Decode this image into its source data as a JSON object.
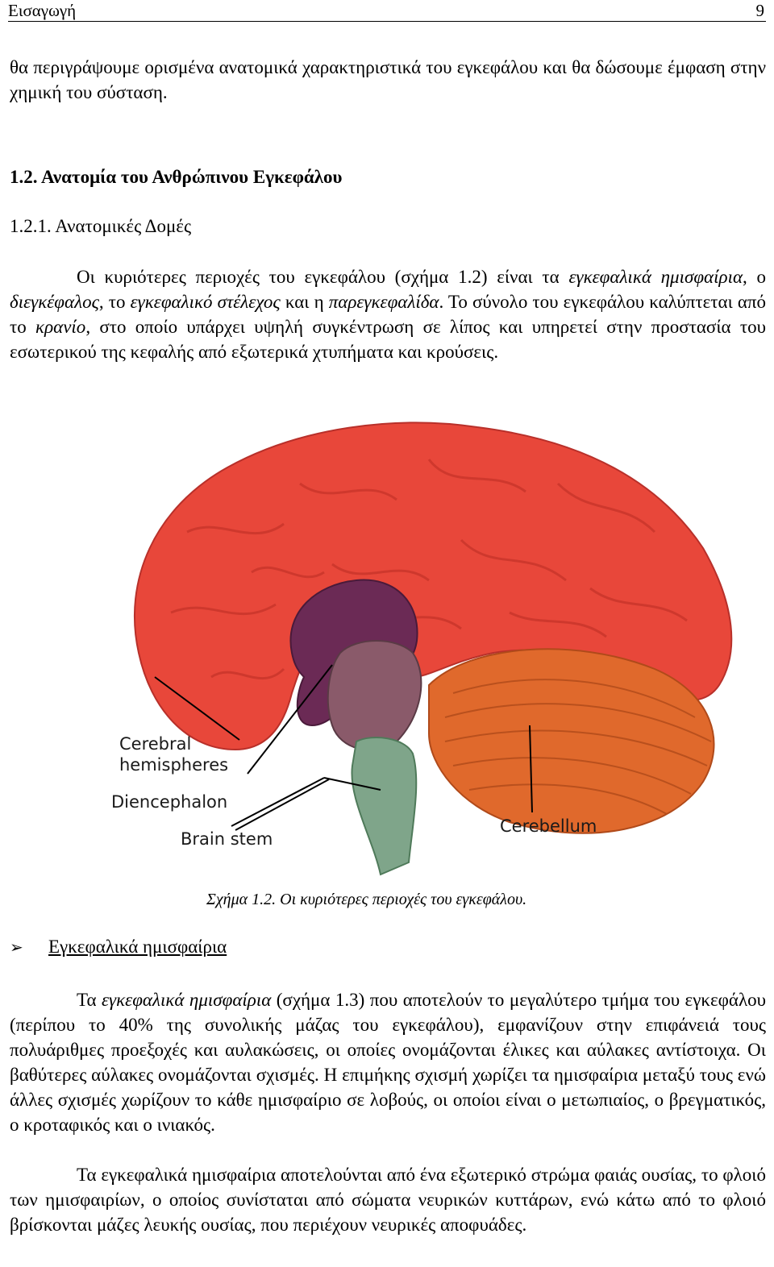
{
  "header": {
    "left": "Εισαγωγή",
    "page_number": "9"
  },
  "intro": {
    "text": "θα περιγράψουμε ορισμένα ανατομικά χαρακτηριστικά του εγκεφάλου και θα δώσουμε έμφαση στην χημική του σύσταση."
  },
  "section": {
    "heading": "1.2. Ανατομία του Ανθρώπινου Εγκεφάλου",
    "subheading": "1.2.1. Ανατομικές Δομές"
  },
  "para1": {
    "t1": "Οι κυριότερες περιοχές του εγκεφάλου (σχήμα 1.2) είναι τα ",
    "i1": "εγκεφαλικά ημισφαίρια",
    "t2": ", ο ",
    "i2": "διεγκέφαλος",
    "t3": ", το ",
    "i3": "εγκεφαλικό στέλεχος",
    "t4": " και η ",
    "i4": "παρεγκεφαλίδα",
    "t5": ". Το σύνολο του εγκεφάλου καλύπτεται από το ",
    "i5": "κρανίο",
    "t6": ", στο οποίο υπάρχει υψηλή συγκέντρωση σε λίπος και υπηρετεί στην προστασία του εσωτερικού της κεφαλής από εξωτερικά χτυπήματα και κρούσεις."
  },
  "figure": {
    "labels": {
      "cerebral_1": "Cerebral",
      "cerebral_2": "hemispheres",
      "diencephalon": "Diencephalon",
      "brain_stem": "Brain stem",
      "cerebellum": "Cerebellum"
    },
    "colors": {
      "cerebrum": "#e8473a",
      "diencephalon": "#6b2a55",
      "brain_stem": "#7fa58a",
      "cerebellum": "#e0692c"
    },
    "caption": "Σχήμα 1.2. Οι κυριότερες περιοχές του εγκεφάλου."
  },
  "bullet": {
    "marker": "➢",
    "text": "Εγκεφαλικά ημισφαίρια"
  },
  "para2": {
    "t1": "Τα ",
    "i1": "εγκεφαλικά ημισφαίρια",
    "t2": " (σχήμα 1.3) που αποτελούν το μεγαλύτερο τμήμα του εγκεφάλου (περίπου το 40% της συνολικής μάζας του εγκεφάλου), εμφανίζουν στην επιφάνειά τους πολυάριθμες προεξοχές και αυλακώσεις, οι οποίες ονομάζονται έλικες και αύλακες αντίστοιχα. Οι βαθύτερες αύλακες ονομάζονται σχισμές. Η επιμήκης σχισμή χωρίζει τα ημισφαίρια μεταξύ τους ενώ άλλες σχισμές χωρίζουν το κάθε ημισφαίριο σε λοβούς, οι οποίοι είναι ο μετωπιαίος, ο βρεγματικός, ο κροταφικός και ο ινιακός."
  },
  "para3": {
    "text": "Τα εγκεφαλικά ημισφαίρια αποτελούνται από ένα εξωτερικό στρώμα φαιάς ουσίας, το φλοιό των ημισφαιρίων, ο οποίος συνίσταται από σώματα νευρικών κυττάρων, ενώ κάτω από το φλοιό βρίσκονται μάζες λευκής ουσίας, που περιέχουν νευρικές αποφυάδες."
  }
}
